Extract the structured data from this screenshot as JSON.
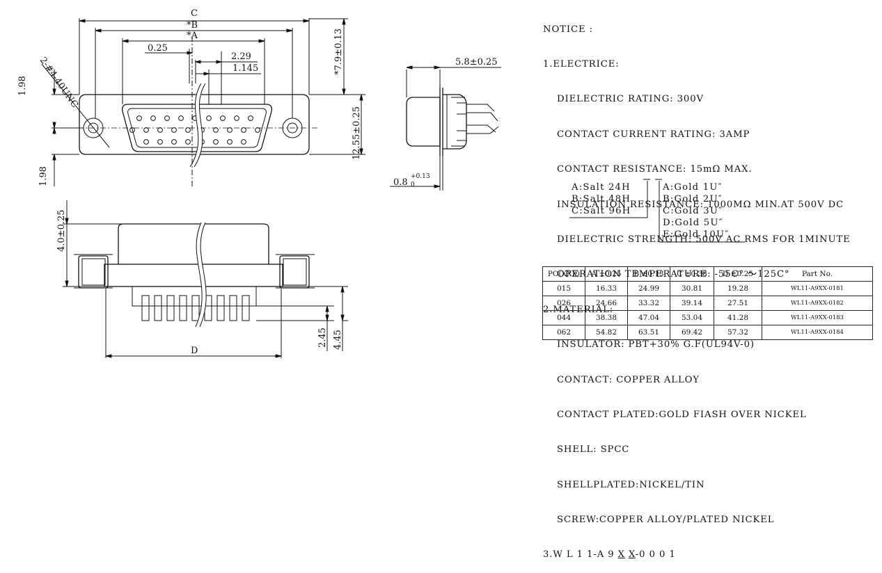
{
  "dimensions": {
    "c": "C",
    "b": "*B",
    "a": "*A",
    "d025": "0.25",
    "d229": "2.29",
    "d1145": "1.145",
    "screw": "2-#4-40UNC",
    "d198_top": "1.98",
    "d198_bottom": "1.98",
    "d79": "*7.9±0.13",
    "d1255": "12.55±0.25",
    "d58": "5.8±0.25",
    "d08_base": "0.8",
    "d08_plus": "+0.13",
    "d08_minus": "0",
    "d40": "4.0±0.25",
    "d245": "2.45",
    "d445": "4.45",
    "d_label": "D"
  },
  "notice": {
    "title": "NOTICE :",
    "electric": {
      "heading": "1.ELECTRICE:",
      "lines": [
        "DIELECTRIC RATING: 300V",
        "CONTACT CURRENT RATING: 3AMP",
        "CONTACT RESISTANCE: 15mΩ MAX.",
        "INSULATION RESISTANCE: 1000MΩ MIN.AT 500V DC",
        "DIELECTRIC STRENGTH: 500V AC RMS FOR 1MINUTE",
        "OPERATION TEMPERATURE: -55C° ～125C°"
      ]
    },
    "material": {
      "heading": "2.MATERIAL:",
      "lines": [
        "INSULATOR: PBT+30% G.F(UL94V-0)",
        "CONTACT: COPPER ALLOY",
        "CONTACT PLATED:GOLD FIASH OVER NICKEL",
        "SHELL: SPCC",
        "SHELLPLATED:NICKEL/TIN",
        "SCREW:COPPER ALLOY/PLATED NICKEL"
      ]
    },
    "code": {
      "prefix": "3.W L 1 1-A 9 ",
      "x1": "X",
      "x2": "X",
      "suffix": "-0 0 0 1"
    },
    "salt_options": [
      "A:Salt 24H",
      "B:Salt 48H",
      "C:Salt 96H"
    ],
    "gold_options": [
      "A:Gold 1U″",
      "B:Gold 2U″",
      "C:Gold 3U″",
      "D:Gold 5U″",
      "E:Gold 10U″"
    ]
  },
  "table": {
    "headers": [
      "PO(XXX)",
      "A ±0.25",
      "B ±0.13",
      "C ±0.38",
      "D ±0.25",
      "Part  No."
    ],
    "rows": [
      [
        "015",
        "16.33",
        "24.99",
        "30.81",
        "19.28",
        "WL11-A9XX-0181"
      ],
      [
        "026",
        "24.66",
        "33.32",
        "39.14",
        "27.51",
        "WL11-A9XX-0182"
      ],
      [
        "044",
        "38.38",
        "47.04",
        "53.04",
        "41.28",
        "WL11-A9XX-0183"
      ],
      [
        "062",
        "54.82",
        "63.51",
        "69.42",
        "57.32",
        "WL11-A9XX-0184"
      ]
    ]
  }
}
